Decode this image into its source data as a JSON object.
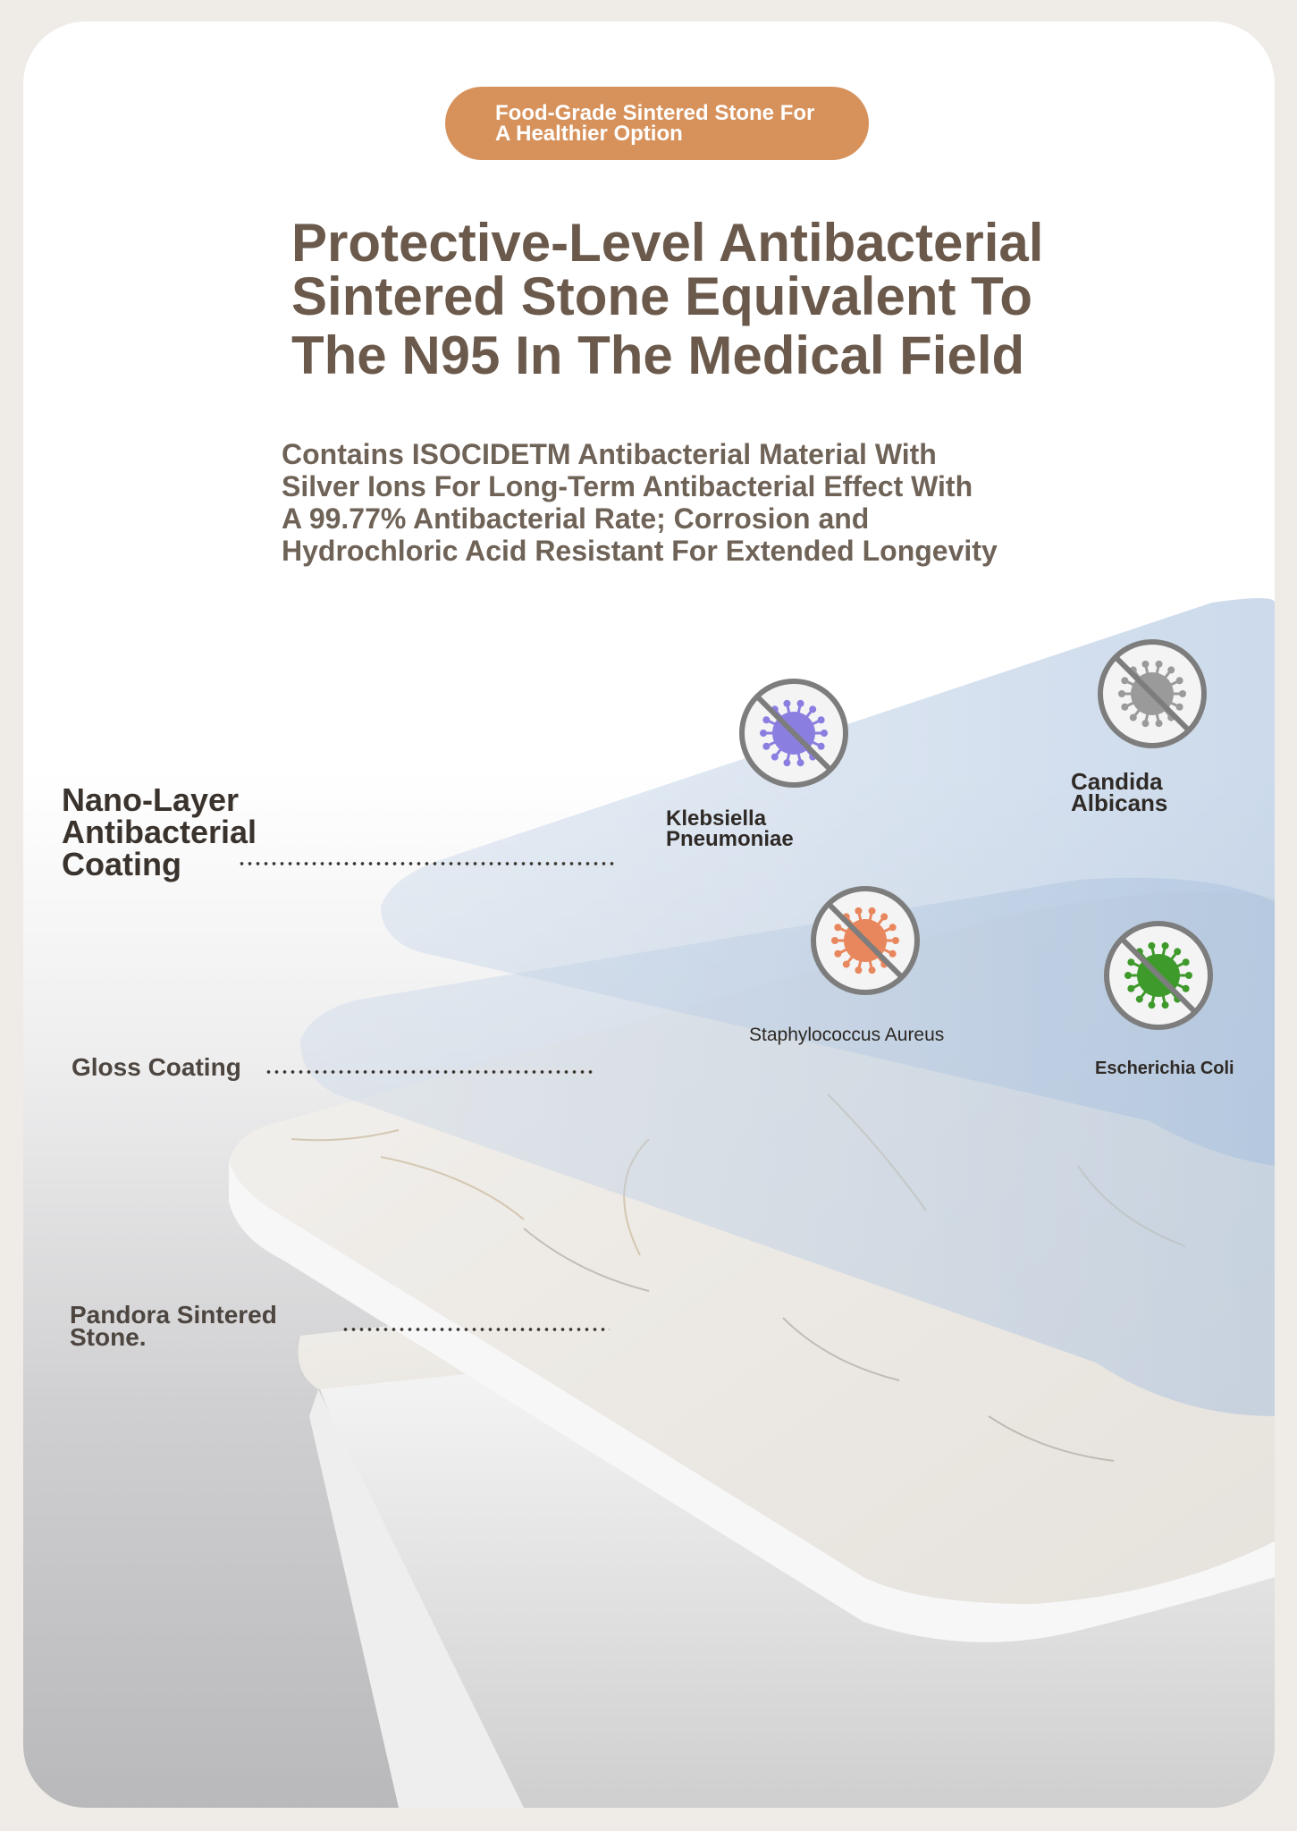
{
  "badge": {
    "line1": "Food-Grade Sintered Stone For",
    "line2": "A Healthier Option"
  },
  "headline": {
    "line1": "Protective-Level Antibacterial",
    "line2": "Sintered Stone Equivalent To",
    "line3": "The N95 In The Medical Field"
  },
  "description": {
    "line1": "Contains ISOCIDETM Antibacterial Material With",
    "line2": "Silver Ions For Long-Term Antibacterial Effect With",
    "line3": "A 99.77% Antibacterial Rate; Corrosion and",
    "line4": "Hydrochloric Acid Resistant For Extended Longevity"
  },
  "layers": {
    "nano": {
      "line1": "Nano-Layer",
      "line2": "Antibacterial",
      "line3": "Coating"
    },
    "gloss": "Gloss Coating",
    "pandora": {
      "line1": "Pandora Sintered",
      "line2": "Stone."
    }
  },
  "bacteria": {
    "klebsiella": {
      "line1": "Klebsiella",
      "line2": "Pneumoniae",
      "icon": "blocked-virus-purple-icon",
      "color": "#8a7fe0"
    },
    "candida": {
      "line1": "Candida",
      "line2": "Albicans",
      "icon": "blocked-virus-gray-icon",
      "color": "#9a9a9a"
    },
    "staph": {
      "label": "Staphylococcus Aureus",
      "icon": "blocked-virus-orange-icon",
      "color": "#e8875d"
    },
    "ecoli": {
      "label": "Escherichia Coli",
      "icon": "blocked-virus-green-icon",
      "color": "#3f9a2c"
    }
  }
}
